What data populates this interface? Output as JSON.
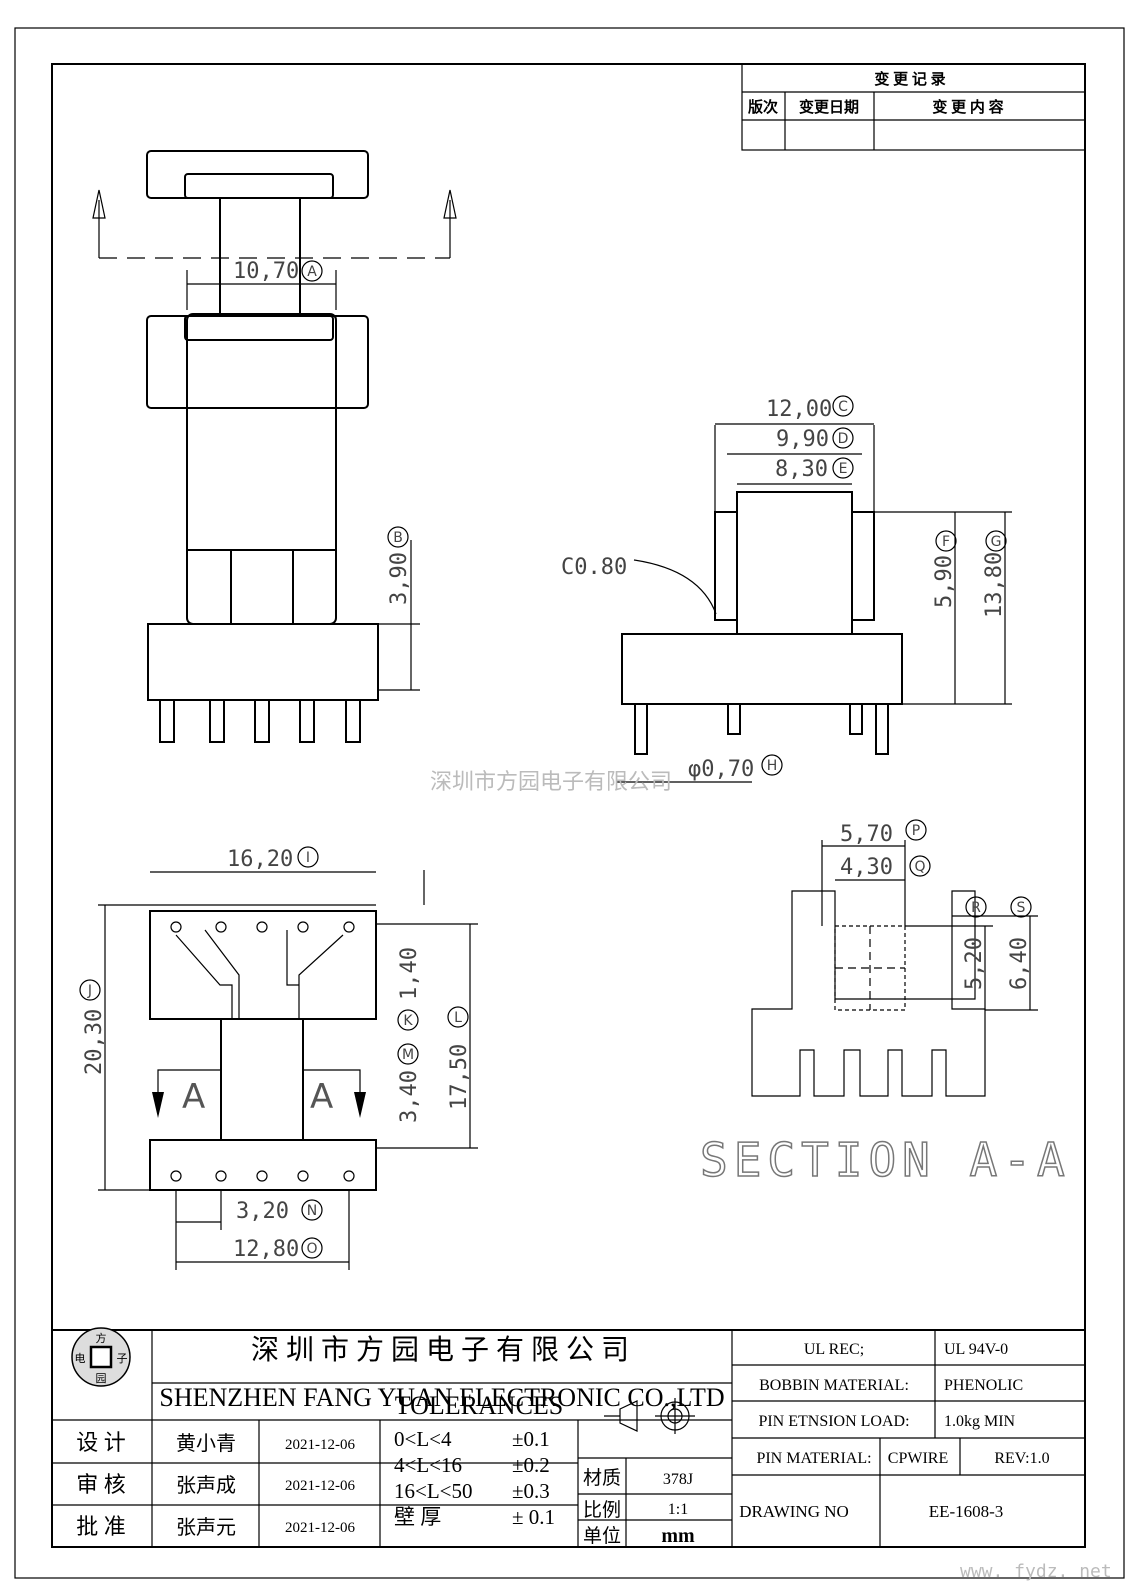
{
  "revision_table": {
    "title": "变 更 记 录",
    "col_version": "版次",
    "col_date": "变更日期",
    "col_content": "变 更 内 容"
  },
  "dimensions": {
    "d_a": "10,70",
    "d_a_tag": "A",
    "d_b": "3,90",
    "d_b_tag": "B",
    "d_c": "12,00",
    "d_c_tag": "C",
    "d_d": "9,90",
    "d_d_tag": "D",
    "d_e": "8,30",
    "d_e_tag": "E",
    "d_f": "5,90",
    "d_f_tag": "F",
    "d_g": "13,80",
    "d_g_tag": "G",
    "d_h": "φ0,70",
    "d_h_tag": "H",
    "chamfer": "C0.80",
    "d_i": "16,20",
    "d_i_tag": "I",
    "d_j": "20,30",
    "d_j_tag": "J",
    "d_k": "1,40",
    "d_k_tag": "K",
    "d_l": "17,50",
    "d_l_tag": "L",
    "d_m": "3,40",
    "d_m_tag": "M",
    "d_n": "3,20",
    "d_n_tag": "N",
    "d_o": "12,80",
    "d_o_tag": "O",
    "d_p": "5,70",
    "d_p_tag": "P",
    "d_q": "4,30",
    "d_q_tag": "Q",
    "d_r": "5,20",
    "d_r_tag": "R",
    "d_s": "6,40",
    "d_s_tag": "S",
    "section_mark_left": "A",
    "section_mark_right": "A",
    "section_label": "SECTION A-A"
  },
  "watermark": "深圳市方园电子有限公司",
  "footer_watermark": "www. fydz. net",
  "title_block": {
    "company_cn": "深 圳 市 方 园 电 子 有 限 公 司",
    "company_en": "SHENZHEN FANG YUAN ELECTRONIC CO.,LTD",
    "logo_chars": [
      "方",
      "电",
      "子",
      "园"
    ],
    "rows": [
      {
        "role": "设  计",
        "name": "黄小青",
        "date": "2021-12-06"
      },
      {
        "role": "审  核",
        "name": "张声成",
        "date": "2021-12-06"
      },
      {
        "role": "批  准",
        "name": "张声元",
        "date": "2021-12-06"
      }
    ],
    "tolerances_title": "TOLERANCES",
    "tolerances": [
      {
        "range": "0<L<4",
        "tol": "±0.1"
      },
      {
        "range": "4<L<16",
        "tol": "±0.2"
      },
      {
        "range": "16<L<50",
        "tol": "±0.3"
      },
      {
        "range": "壁  厚",
        "tol": "± 0.1"
      }
    ],
    "material_label": "材质",
    "material_value": "378J",
    "scale_label": "比例",
    "scale_value": "1:1",
    "unit_label": "单位",
    "unit_value": "mm",
    "ul_rec_label": "UL REC;",
    "ul_rec_value": "UL  94V-0",
    "bobbin_material_label": "BOBBIN MATERIAL:",
    "bobbin_material_value": "PHENOLIC",
    "pin_tension_label": "PIN ETNSION LOAD:",
    "pin_tension_value": "1.0kg MIN",
    "pin_material_label": "PIN MATERIAL:",
    "pin_material_value": "CPWIRE",
    "rev_label": "REV:1.0",
    "drawing_no_label": "DRAWING NO",
    "drawing_no_value": "EE-1608-3"
  }
}
